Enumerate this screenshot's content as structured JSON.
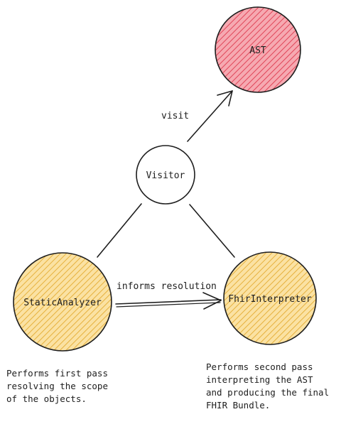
{
  "nodes": {
    "ast": {
      "label": "AST",
      "fill": "#f07f8a"
    },
    "visitor": {
      "label": "Visitor",
      "fill": "#ffffff"
    },
    "static_analyzer": {
      "label": "StaticAnalyzer",
      "fill": "#f5c75a"
    },
    "fhir_interpreter": {
      "label": "FhirInterpreter",
      "fill": "#f5c75a"
    }
  },
  "edges": {
    "visit": {
      "label": "visit"
    },
    "informs_resolution": {
      "label": "informs resolution"
    }
  },
  "notes": {
    "static_analyzer": "Performs first pass\nresolving the scope\nof the objects.",
    "fhir_interpreter": "Performs second pass\ninterpreting the AST\nand producing the final\nFHIR Bundle."
  },
  "colors": {
    "stroke": "#1e1e1e",
    "hatch_red": "#e04457",
    "hatch_yellow": "#e6b13e"
  }
}
